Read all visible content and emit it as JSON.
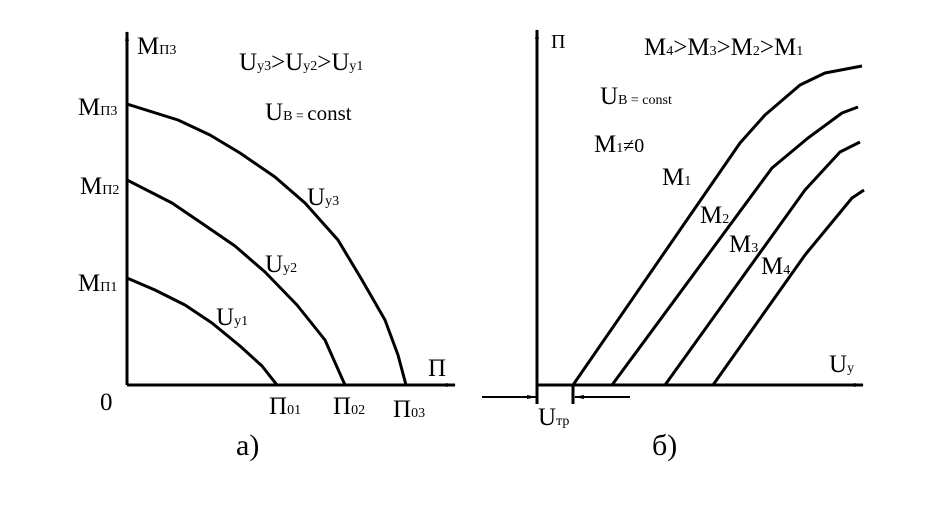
{
  "left": {
    "caption": "а)",
    "y_axis": {
      "main": "M",
      "sub": "П3"
    },
    "x_axis": "П",
    "origin": "0",
    "condition1": [
      {
        "main": "U",
        "sub": "у3"
      },
      {
        "main": ">U",
        "sub": "у2"
      },
      {
        "main": ">U",
        "sub": "у1"
      }
    ],
    "condition2": {
      "main": "U",
      "sub": "B = ",
      "tail": "const"
    },
    "y_ticks": [
      {
        "main": "M",
        "sub": "П3"
      },
      {
        "main": "M",
        "sub": "П2"
      },
      {
        "main": "M",
        "sub": "П1"
      }
    ],
    "x_ticks": [
      {
        "main": "П",
        "sub": "01"
      },
      {
        "main": "П",
        "sub": "02"
      },
      {
        "main": "П",
        "sub": "03"
      }
    ],
    "curves": [
      {
        "main": "U",
        "sub": "у3"
      },
      {
        "main": "U",
        "sub": "у2"
      },
      {
        "main": "U",
        "sub": "у1"
      }
    ]
  },
  "right": {
    "caption": "б)",
    "y_axis": "П",
    "x_axis": {
      "main": "U",
      "sub": "у"
    },
    "order": [
      {
        "main": "M",
        "sub": "4"
      },
      {
        "main": ">M",
        "sub": "3"
      },
      {
        "main": ">M",
        "sub": "2"
      },
      {
        "main": ">M",
        "sub": "1"
      }
    ],
    "condition": {
      "main": "U",
      "sub": "B = const"
    },
    "nonzero": {
      "main": "M",
      "sub": "1",
      "tail": "≠0"
    },
    "threshold": {
      "main": "U",
      "sub": "тр"
    },
    "curves": [
      {
        "main": "M",
        "sub": "1"
      },
      {
        "main": "M",
        "sub": "2"
      },
      {
        "main": "M",
        "sub": "3"
      },
      {
        "main": "M",
        "sub": "4"
      }
    ]
  }
}
